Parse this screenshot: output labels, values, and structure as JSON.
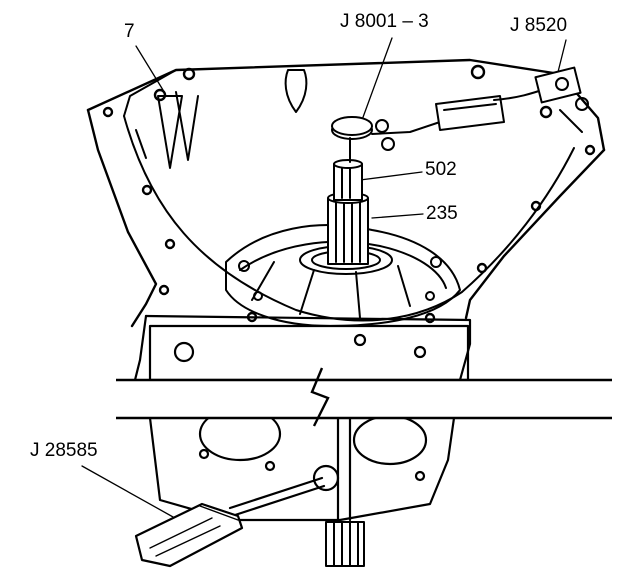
{
  "callouts": {
    "item_7": "7",
    "tool_j8001": "J 8001 – 3",
    "tool_j8520": "J 8520",
    "item_502": "502",
    "item_235": "235",
    "tool_j28585": "J 28585"
  },
  "colors": {
    "ink": "#000000",
    "paper": "#ffffff"
  }
}
